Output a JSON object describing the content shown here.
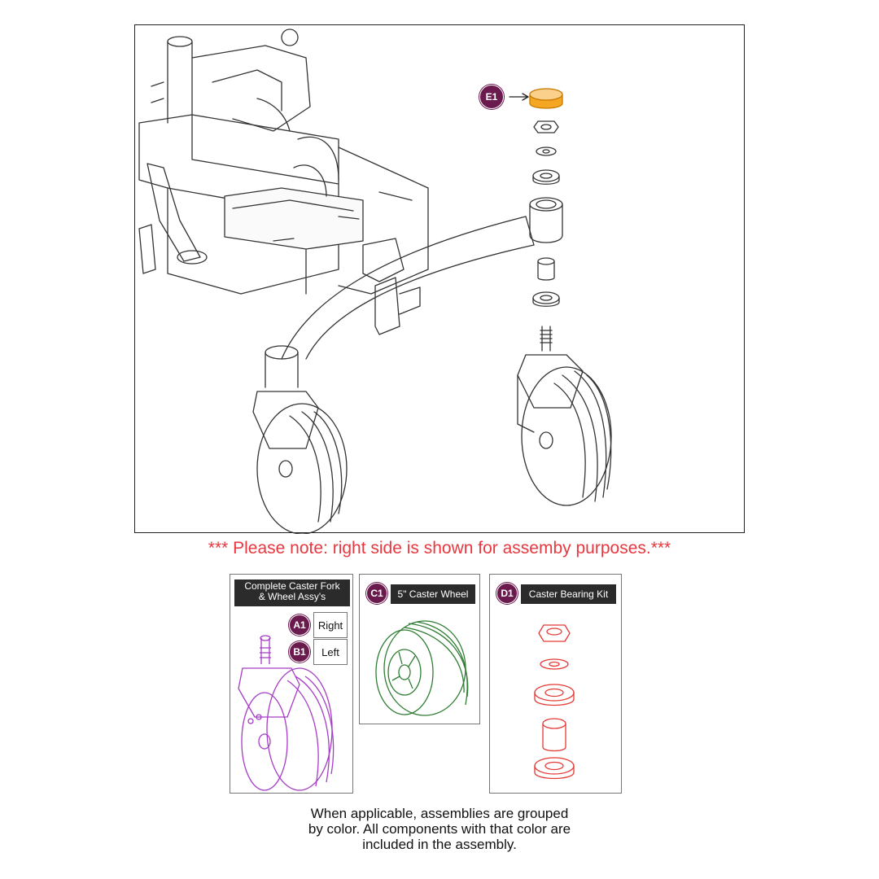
{
  "callout": {
    "main_badge": "E1"
  },
  "note": "*** Please note: right side is shown for assemby purposes.***",
  "panels": {
    "assembly": {
      "title_line1": "Complete Caster Fork",
      "title_line2": "& Wheel Assy's",
      "variants": [
        {
          "badge": "A1",
          "label": "Right"
        },
        {
          "badge": "B1",
          "label": "Left"
        }
      ]
    },
    "wheel": {
      "badge": "C1",
      "title": "5\" Caster Wheel"
    },
    "bearing": {
      "badge": "D1",
      "title": "Caster Bearing Kit"
    }
  },
  "footer": {
    "line1": "When applicable, assemblies are grouped",
    "line2": "by color. All components with that color are",
    "line3": "included in the assembly."
  },
  "colors": {
    "badge": "#6b1a4e",
    "note": "#e8383f",
    "cap_highlight": "#f5a623",
    "assembly_highlight": "#a63cc7",
    "wheel_highlight": "#2e7d32",
    "bearing_highlight": "#e53935"
  }
}
